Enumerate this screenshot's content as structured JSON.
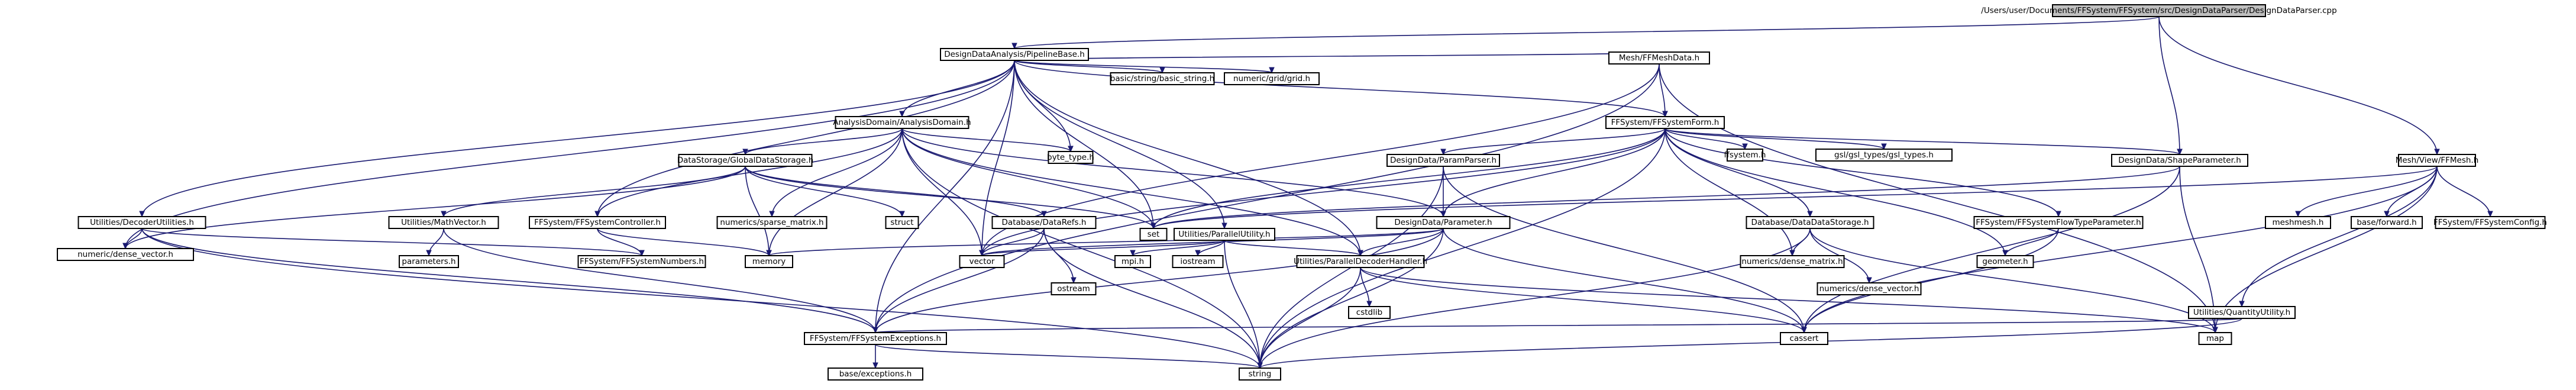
{
  "nodes": [
    {
      "id": "root",
      "label": "/Users/user/Documents/FFSystem/FFSystem/src/DesignDataParser/DesignDataParser.cpp"
    },
    {
      "id": "pipelinebase",
      "label": "DesignDataAnalysis/PipelineBase.h"
    },
    {
      "id": "basic_string",
      "label": "basic/string/basic_string.h"
    },
    {
      "id": "numeric_grid",
      "label": "numeric/grid/grid.h"
    },
    {
      "id": "meshdata",
      "label": "Mesh/FFMeshData.h"
    },
    {
      "id": "analysisdomain",
      "label": "AnalysisDomain/AnalysisDomain.h"
    },
    {
      "id": "ffsystemform",
      "label": "FFSystem/FFSystemForm.h"
    },
    {
      "id": "byte_type",
      "label": "byte_type.h"
    },
    {
      "id": "globaldatastorage",
      "label": "DataStorage/GlobalDataStorage.h"
    },
    {
      "id": "paramparser",
      "label": "DesignData/ParamParser.h"
    },
    {
      "id": "ffsystem_h",
      "label": "ffsystem.h"
    },
    {
      "id": "gsl_gsl",
      "label": "gsl/gsl_types/gsl_types.h"
    },
    {
      "id": "designdatashapeparam",
      "label": "DesignData/ShapeParameter.h"
    },
    {
      "id": "meshview",
      "label": "Mesh/View/FFMesh.h"
    },
    {
      "id": "utilities_decoder",
      "label": "Utilities/DecoderUtilities.h"
    },
    {
      "id": "utilities_vector",
      "label": "Utilities/MathVector.h"
    },
    {
      "id": "ffsystemcontroller",
      "label": "FFSystem/FFSystemController.h"
    },
    {
      "id": "sparse_matrix",
      "label": "numerics/sparse_matrix.h"
    },
    {
      "id": "struct",
      "label": "struct"
    },
    {
      "id": "database_refs",
      "label": "Database/DataRefs.h"
    },
    {
      "id": "designdataparam",
      "label": "DesignData/Parameter.h"
    },
    {
      "id": "database_datastorage",
      "label": "Database/DataDataStorage.h"
    },
    {
      "id": "ffsystemflowtype",
      "label": "FFSystem/FFSystemFlowTypeParameter.h"
    },
    {
      "id": "meshmesh",
      "label": "meshmesh.h"
    },
    {
      "id": "baseforward",
      "label": "base/forward.h"
    },
    {
      "id": "ffsystemconfig",
      "label": "FFSystem/FFSystemConfig.h"
    },
    {
      "id": "numeric_vector",
      "label": "numeric/dense_vector.h"
    },
    {
      "id": "set",
      "label": "set"
    },
    {
      "id": "utilities_parallel",
      "label": "Utilities/ParallelUtility.h"
    },
    {
      "id": "ffsystemnumbers",
      "label": "FFSystem/FFSystemNumbers.h"
    },
    {
      "id": "memory",
      "label": "memory"
    },
    {
      "id": "parameters",
      "label": "parameters.h"
    },
    {
      "id": "vector",
      "label": "vector"
    },
    {
      "id": "mpi",
      "label": "mpi.h"
    },
    {
      "id": "iostream",
      "label": "iostream"
    },
    {
      "id": "ostream",
      "label": "ostream"
    },
    {
      "id": "paralleldecoder",
      "label": "Utilities/ParallelDecoderHandler.h"
    },
    {
      "id": "numerics_matrix",
      "label": "numerics/dense_matrix.h"
    },
    {
      "id": "numerics_vector",
      "label": "numerics/dense_vector.h"
    },
    {
      "id": "geometer",
      "label": "geometer.h"
    },
    {
      "id": "utilities_quantity",
      "label": "Utilities/QuantityUtility.h"
    },
    {
      "id": "cassert",
      "label": "cassert"
    },
    {
      "id": "map",
      "label": "map"
    },
    {
      "id": "ffsystemexceptions",
      "label": "FFSystem/FFSystemExceptions.h"
    },
    {
      "id": "cstdlib",
      "label": "cstdlib"
    },
    {
      "id": "baseexceptions",
      "label": "base/exceptions.h"
    },
    {
      "id": "string",
      "label": "string"
    }
  ],
  "edges": [
    [
      "root",
      "pipelinebase"
    ],
    [
      "root",
      "designdatashapeparam"
    ],
    [
      "root",
      "meshview"
    ],
    [
      "pipelinebase",
      "basic_string"
    ],
    [
      "pipelinebase",
      "numeric_grid"
    ],
    [
      "pipelinebase",
      "meshdata"
    ],
    [
      "pipelinebase",
      "analysisdomain"
    ],
    [
      "pipelinebase",
      "ffsystemform"
    ],
    [
      "pipelinebase",
      "byte_type"
    ],
    [
      "pipelinebase",
      "utilities_decoder"
    ],
    [
      "pipelinebase",
      "ffsystemcontroller"
    ],
    [
      "pipelinebase",
      "set"
    ],
    [
      "pipelinebase",
      "vector"
    ],
    [
      "pipelinebase",
      "utilities_parallel"
    ],
    [
      "pipelinebase",
      "paralleldecoder"
    ],
    [
      "pipelinebase",
      "ffsystemexceptions"
    ],
    [
      "pipelinebase",
      "numeric_vector"
    ],
    [
      "meshdata",
      "ffsystemform"
    ],
    [
      "meshdata",
      "map"
    ],
    [
      "meshdata",
      "vector"
    ],
    [
      "meshdata",
      "ffsystemexceptions"
    ],
    [
      "analysisdomain",
      "globaldatastorage"
    ],
    [
      "analysisdomain",
      "byte_type"
    ],
    [
      "analysisdomain",
      "set"
    ],
    [
      "analysisdomain",
      "vector"
    ],
    [
      "analysisdomain",
      "memory"
    ],
    [
      "analysisdomain",
      "paralleldecoder"
    ],
    [
      "analysisdomain",
      "sparse_matrix"
    ],
    [
      "analysisdomain",
      "ffsystemcontroller"
    ],
    [
      "analysisdomain",
      "string"
    ],
    [
      "analysisdomain",
      "designdataparam"
    ],
    [
      "ffsystemform",
      "paramparser"
    ],
    [
      "ffsystemform",
      "ffsystem_h"
    ],
    [
      "ffsystemform",
      "gsl_gsl"
    ],
    [
      "ffsystemform",
      "designdatashapeparam"
    ],
    [
      "ffsystemform",
      "designdataparam"
    ],
    [
      "ffsystemform",
      "database_datastorage"
    ],
    [
      "ffsystemform",
      "ffsystemflowtype"
    ],
    [
      "ffsystemform",
      "geometer"
    ],
    [
      "ffsystemform",
      "string"
    ],
    [
      "ffsystemform",
      "vector"
    ],
    [
      "ffsystemform",
      "set"
    ],
    [
      "ffsystemform",
      "numerics_matrix"
    ],
    [
      "globaldatastorage",
      "utilities_vector"
    ],
    [
      "globaldatastorage",
      "struct"
    ],
    [
      "globaldatastorage",
      "database_refs"
    ],
    [
      "globaldatastorage",
      "set"
    ],
    [
      "globaldatastorage",
      "memory"
    ],
    [
      "globaldatastorage",
      "numeric_vector"
    ],
    [
      "paramparser",
      "designdataparam"
    ],
    [
      "paramparser",
      "string"
    ],
    [
      "paramparser",
      "cassert"
    ],
    [
      "designdatashapeparam",
      "set"
    ],
    [
      "designdatashapeparam",
      "map"
    ],
    [
      "designdatashapeparam",
      "cassert"
    ],
    [
      "designdataparam",
      "ffsystemexceptions"
    ],
    [
      "designdataparam",
      "string"
    ],
    [
      "designdataparam",
      "vector"
    ],
    [
      "designdataparam",
      "cassert"
    ],
    [
      "designdataparam",
      "memory"
    ],
    [
      "designdataparam",
      "paralleldecoder"
    ],
    [
      "meshview",
      "meshmesh"
    ],
    [
      "meshview",
      "baseforward"
    ],
    [
      "meshview",
      "ffsystemconfig"
    ],
    [
      "meshview",
      "set"
    ],
    [
      "meshview",
      "map"
    ],
    [
      "meshview",
      "cassert"
    ],
    [
      "meshview",
      "utilities_quantity"
    ],
    [
      "utilities_decoder",
      "numeric_vector"
    ],
    [
      "utilities_decoder",
      "ffsystemnumbers"
    ],
    [
      "utilities_decoder",
      "ffsystemexceptions"
    ],
    [
      "utilities_decoder",
      "string"
    ],
    [
      "utilities_vector",
      "ffsystemexceptions"
    ],
    [
      "utilities_vector",
      "parameters"
    ],
    [
      "ffsystemcontroller",
      "ffsystemnumbers"
    ],
    [
      "ffsystemcontroller",
      "memory"
    ],
    [
      "database_refs",
      "ostream"
    ],
    [
      "database_refs",
      "vector"
    ],
    [
      "database_refs",
      "string"
    ],
    [
      "database_refs",
      "ffsystemexceptions"
    ],
    [
      "database_datastorage",
      "numerics_matrix"
    ],
    [
      "database_datastorage",
      "numerics_vector"
    ],
    [
      "database_datastorage",
      "string"
    ],
    [
      "database_datastorage",
      "map"
    ],
    [
      "ffsystemflowtype",
      "geometer"
    ],
    [
      "ffsystemflowtype",
      "cassert"
    ],
    [
      "utilities_parallel",
      "mpi"
    ],
    [
      "utilities_parallel",
      "iostream"
    ],
    [
      "utilities_parallel",
      "vector"
    ],
    [
      "utilities_parallel",
      "paralleldecoder"
    ],
    [
      "utilities_parallel",
      "string"
    ],
    [
      "paralleldecoder",
      "cstdlib"
    ],
    [
      "paralleldecoder",
      "string"
    ],
    [
      "paralleldecoder",
      "cassert"
    ],
    [
      "paralleldecoder",
      "map"
    ],
    [
      "utilities_quantity",
      "ffsystemexceptions"
    ],
    [
      "utilities_quantity",
      "string"
    ],
    [
      "ffsystemexceptions",
      "baseexceptions"
    ],
    [
      "ffsystemexceptions",
      "string"
    ]
  ]
}
